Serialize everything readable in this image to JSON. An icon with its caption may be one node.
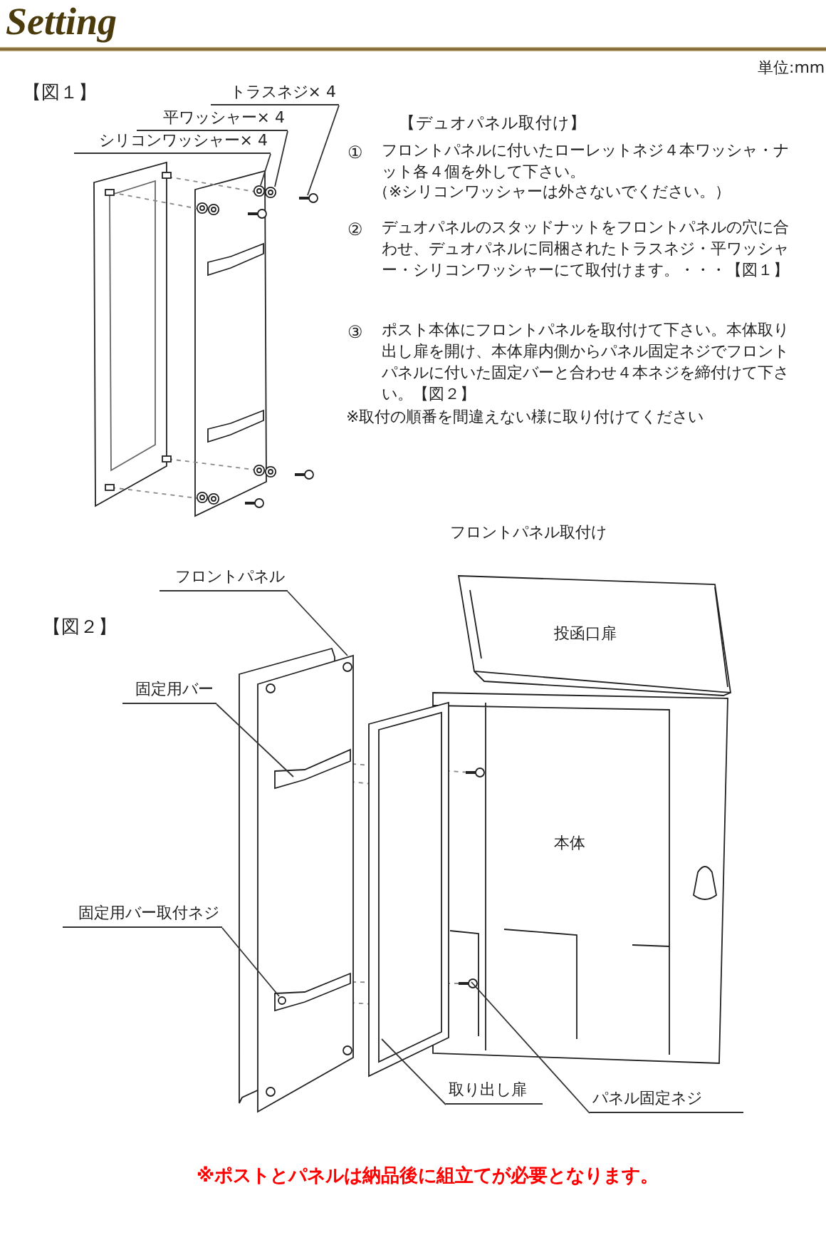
{
  "diagram": {
    "title": "Setting",
    "nodes": [
      {
        "text": [
          "トラスネジ× 4"
        ]
      },
      {
        "text": [
          "平ワッシャー× 4"
        ]
      },
      {
        "text": [
          "シリコンワッシャー× 4"
        ]
      },
      {
        "text": [
          "フロントパネル"
        ]
      },
      {
        "text": [
          "固定用バー"
        ]
      },
      {
        "text": [
          "固定用バー取付ネジ"
        ]
      },
      {
        "text": [
          "取り出し扉"
        ]
      },
      {
        "text": [
          "パネル固定ネジ"
        ]
      },
      {
        "text": [],
        "shape": "picture"
      },
      {
        "text": [],
        "shape": "picture"
      },
      {
        "text": [],
        "shape": "picture"
      },
      {
        "text": [],
        "shape": "picture"
      },
      {
        "text": [],
        "shape": "picture",
        "in": 11
      },
      {
        "text": [],
        "shape": "picture",
        "in": 11
      },
      {
        "text": [],
        "shape": "picture"
      },
      {
        "text": [],
        "shape": "picture"
      }
    ],
    "edges": [
      {
        "from": 0,
        "to": 8,
        "arrow": "none"
      },
      {
        "from": 1,
        "to": 9,
        "arrow": "none"
      },
      {
        "from": 2,
        "to": 10,
        "arrow": "none"
      },
      {
        "from": 3,
        "to": 11,
        "arrow": "none"
      },
      {
        "from": 4,
        "to": 12,
        "arrow": "none"
      },
      {
        "from": 5,
        "to": 13,
        "arrow": "none"
      },
      {
        "from": 6,
        "to": 14,
        "arrow": "none"
      },
      {
        "from": 7,
        "to": 15,
        "arrow": "none"
      }
    ],
    "labels": [
      "単位:mm",
      "【図１】",
      "【デュオパネル取付け】",
      "①",
      "フロントパネルに付いたローレットネジ４本ワッシャ・ナット各４個を外して下さい。",
      "（※シリコンワッシャーは外さないでください。）",
      "②",
      "デュオパネルのスタッドナットをフロントパネルの穴に合わせ、デュオパネルに同梱されたトラスネジ・平ワッシャー・シリコンワッシャーにて取付けます。・・・【図１】",
      "③",
      "ポスト本体にフロントパネルを取付けて下さい。本体取り出し扉を開け、本体扉内側からパネル固定ネジでフロントパネルに付いた固定バーと合わせ４本ネジを締付けて下さい。【図２】",
      "※取付の順番を間違えない様に取り付けてください",
      "フロントパネル取付け",
      "【図２】",
      "投函口扉",
      "本体",
      "※ポストとパネルは納品後に組立てが必要となります。"
    ]
  }
}
